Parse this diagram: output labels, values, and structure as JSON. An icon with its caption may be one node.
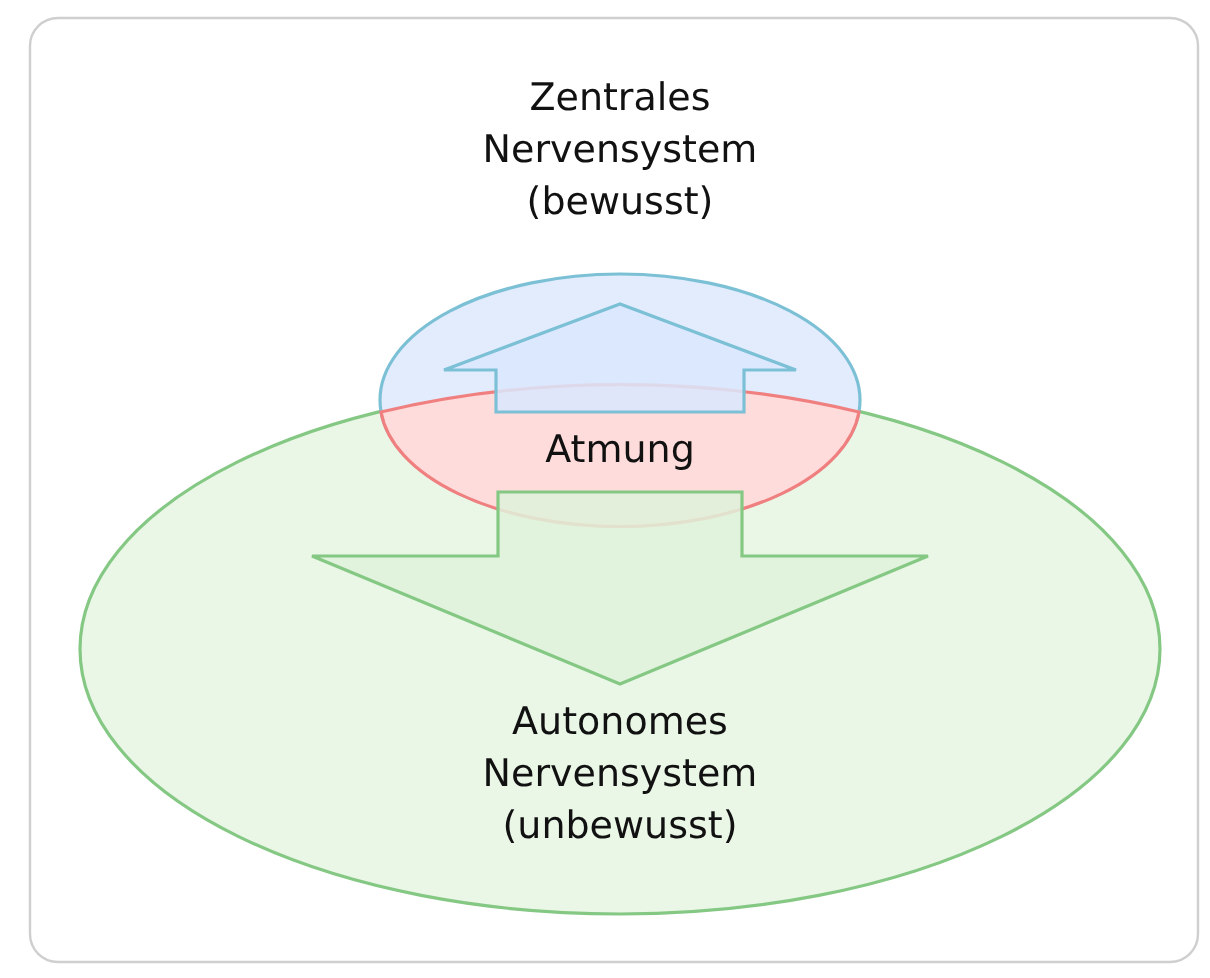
{
  "diagram": {
    "nodes": [
      {
        "text": [
          "Zentrales Nervensystem (bewusst)"
        ]
      },
      {
        "text": [
          "Autonomes Nervensystem (unbewusst)"
        ]
      },
      {
        "text": [
          "Atmung"
        ]
      }
    ],
    "edges": [
      {
        "from": 2,
        "to": 0,
        "arrow": "to"
      },
      {
        "from": 2,
        "to": 1,
        "arrow": "to"
      }
    ]
  }
}
